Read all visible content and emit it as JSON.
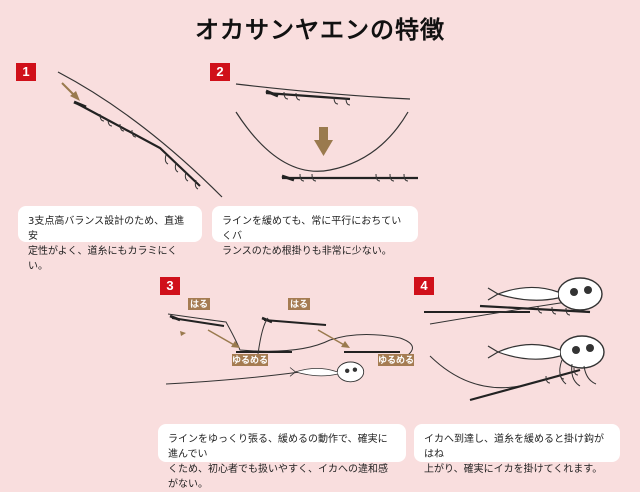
{
  "title": "オカサンヤエンの特徴",
  "steps": [
    {
      "num": "1",
      "caption_l1": "3支点高バランス設計のため、直進安",
      "caption_l2": "定性がよく、道糸にもカラミにくい。"
    },
    {
      "num": "2",
      "caption_l1": "ラインを緩めても、常に平行におちていくバ",
      "caption_l2": "ランスのため根掛りも非常に少ない。"
    },
    {
      "num": "3",
      "caption_l1": "ラインをゆっくり張る、緩めるの動作で、確実に進んでい",
      "caption_l2": "くため、初心者でも扱いやすく、イカへの違和感がない。",
      "labels": {
        "haru1": "はる",
        "haru2": "はる",
        "yurumeru1": "ゆるめる",
        "yurumeru2": "ゆるめる"
      }
    },
    {
      "num": "4",
      "caption_l1": "イカへ到達し、道糸を緩めると掛け鈎がはね",
      "caption_l2": "上がり、確実にイカを掛けてくれます。"
    }
  ],
  "colors": {
    "badge": "#d0101a",
    "arrow": "#9a7a4e",
    "label_bg": "#a57c52",
    "background": "#f9dede",
    "caption_bg": "#ffffff"
  }
}
